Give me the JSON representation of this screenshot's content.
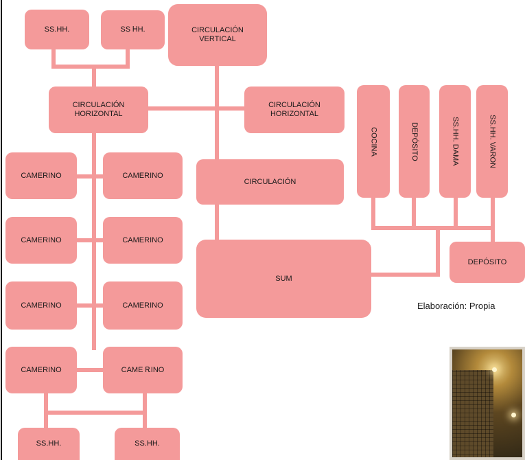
{
  "diagram": {
    "nodes": {
      "ssHhTopLeft": "SS.HH.",
      "ssHhTopRight": "SS ᎻH.",
      "circulacionVertical": "CIRCULACIÓN\nVERTICAL",
      "circulacionHorizontalLeft": "CIRCULACIÓN\nHORIZONTAL",
      "circulacionHorizontalRight": "CIRCULACIÓN\nHORIZONTAL",
      "circulacion": "CIRCULACIÓN",
      "sum": "SUM",
      "camerino1": "CAMERINO",
      "camerino2": "CAMERINO",
      "camerino3": "CAMERINO",
      "camerino4": "CAMERINO",
      "camerino5": "CAMERINO",
      "camerino6": "CAMERINO",
      "camerino7": "CAMERINO",
      "camerino8": "CAME ᎡINO",
      "ssHhBottomLeft": "SS.HH.",
      "ssHhBottomRight": "SS.HH.",
      "cocina": "COCINA",
      "depositoVertical": "DEPÓSITO",
      "ssHhDama": "SS.HH. DAMA",
      "ssHhVaron": "SS.HH. VARON",
      "depositoBottom": "DEPÓSITO"
    },
    "caption": "Elaboración: Propia",
    "colors": {
      "box": "#f49a9a",
      "connector": "#f49a9a",
      "text": "#1a1a1a"
    }
  }
}
